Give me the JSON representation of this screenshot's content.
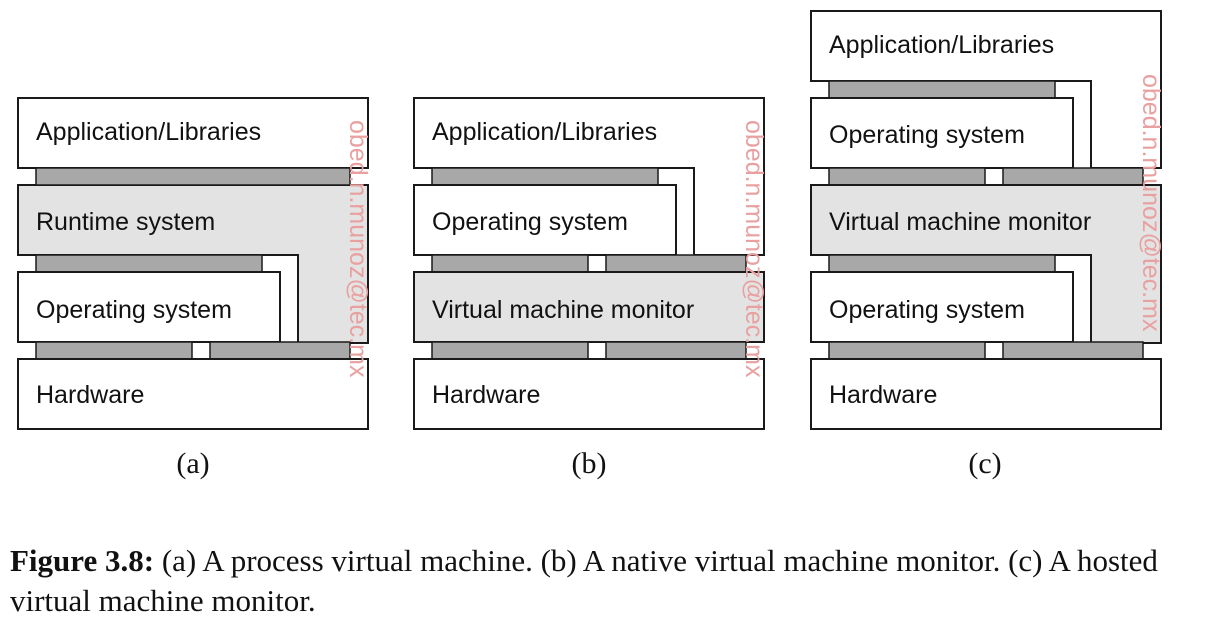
{
  "panels": {
    "a": {
      "label": "(a)",
      "layers": {
        "application": "Application/Libraries",
        "runtime": "Runtime system",
        "os": "Operating system",
        "hardware": "Hardware"
      }
    },
    "b": {
      "label": "(b)",
      "layers": {
        "application": "Application/Libraries",
        "os": "Operating system",
        "vmm": "Virtual machine monitor",
        "hardware": "Hardware"
      }
    },
    "c": {
      "label": "(c)",
      "layers": {
        "application": "Application/Libraries",
        "guest_os": "Operating system",
        "vmm": "Virtual machine monitor",
        "host_os": "Operating system",
        "hardware": "Hardware"
      }
    }
  },
  "watermark": "obed.n.munoz@tec.mx",
  "caption": {
    "figure_label": "Figure 3.8:",
    "text": " (a) A process virtual machine. (b) A native virtual machine monitor. (c) A hosted virtual machine monitor."
  },
  "colors": {
    "interface": "#a8a8a8",
    "vm_layer": "#e3e3e3",
    "box": "#ffffff",
    "stroke": "#1a1a1a",
    "watermark": "#e8a0a0"
  }
}
